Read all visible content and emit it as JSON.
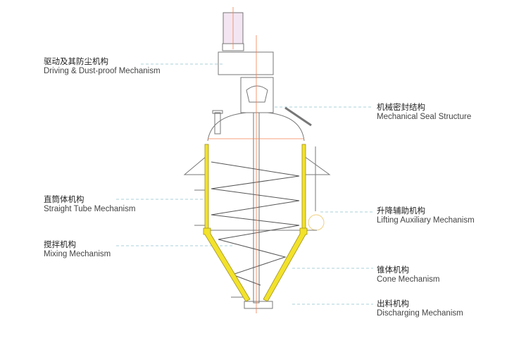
{
  "labels": {
    "driving": {
      "zh": "驱动及其防尘机构",
      "en": "Driving & Dust-proof Mechanism"
    },
    "seal": {
      "zh": "机械密封结构",
      "en": "Mechanical Seal Structure"
    },
    "tube": {
      "zh": "直筒体机构",
      "en": "Straight Tube Mechanism"
    },
    "lifting": {
      "zh": "升降辅助机构",
      "en": "Lifting Auxiliary Mechanism"
    },
    "mixing": {
      "zh": "搅拌机构",
      "en": "Mixing Mechanism"
    },
    "cone": {
      "zh": "锥体机构",
      "en": "Cone Mechanism"
    },
    "discharging": {
      "zh": "出料机构",
      "en": "Discharging Mechanism"
    }
  },
  "colors": {
    "wall": "#f2e22a",
    "line": "#777777",
    "axis": "#f08050",
    "leader": "#a8d0d8"
  }
}
